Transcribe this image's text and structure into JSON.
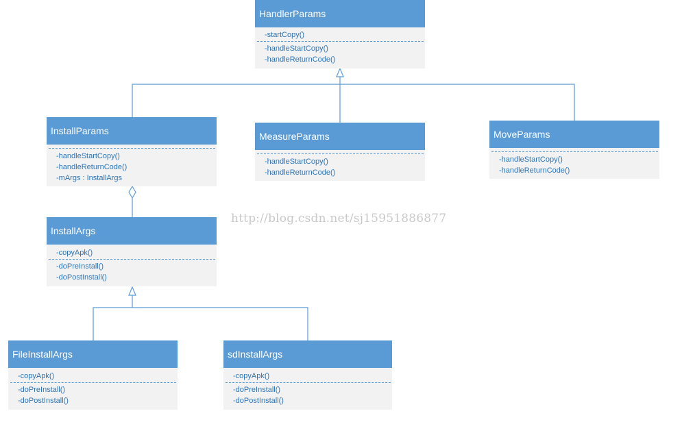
{
  "classes": {
    "handler_params": {
      "name": "HandlerParams",
      "members_a": [
        "-startCopy()"
      ],
      "members_b": [
        "-handleStartCopy()",
        "-handleReturnCode()"
      ]
    },
    "install_params": {
      "name": "InstallParams",
      "members_a": [],
      "members_b": [
        "-handleStartCopy()",
        "-handleReturnCode()",
        "-mArgs : InstallArgs"
      ]
    },
    "measure_params": {
      "name": "MeasureParams",
      "members_a": [],
      "members_b": [
        "-handleStartCopy()",
        "-handleReturnCode()"
      ]
    },
    "move_params": {
      "name": "MoveParams",
      "members_a": [],
      "members_b": [
        "-handleStartCopy()",
        "-handleReturnCode()"
      ]
    },
    "install_args": {
      "name": "InstallArgs",
      "members_a": [
        "-copyApk()"
      ],
      "members_b": [
        "-doPreInstall()",
        "-doPostInstall()"
      ]
    },
    "file_install_args": {
      "name": "FileInstallArgs",
      "members_a": [
        "-copyApk()"
      ],
      "members_b": [
        "-doPreInstall()",
        "-doPostInstall()"
      ]
    },
    "sd_install_args": {
      "name": "sdInstallArgs",
      "members_a": [
        "-copyApk()"
      ],
      "members_b": [
        "-doPreInstall()",
        "-doPostInstall()"
      ]
    }
  },
  "relations": [
    {
      "type": "generalization",
      "from": [
        "install_params",
        "measure_params",
        "move_params"
      ],
      "to": "handler_params"
    },
    {
      "type": "aggregation",
      "from": "install_args",
      "to": "install_params"
    },
    {
      "type": "generalization",
      "from": [
        "file_install_args",
        "sd_install_args"
      ],
      "to": "install_args"
    }
  ],
  "watermark": "http://blog.csdn.net/sj15951886877",
  "colors": {
    "header": "#5b9bd5",
    "body": "#f2f2f2",
    "member_text": "#2e75b6",
    "line": "#5b9bd5"
  }
}
